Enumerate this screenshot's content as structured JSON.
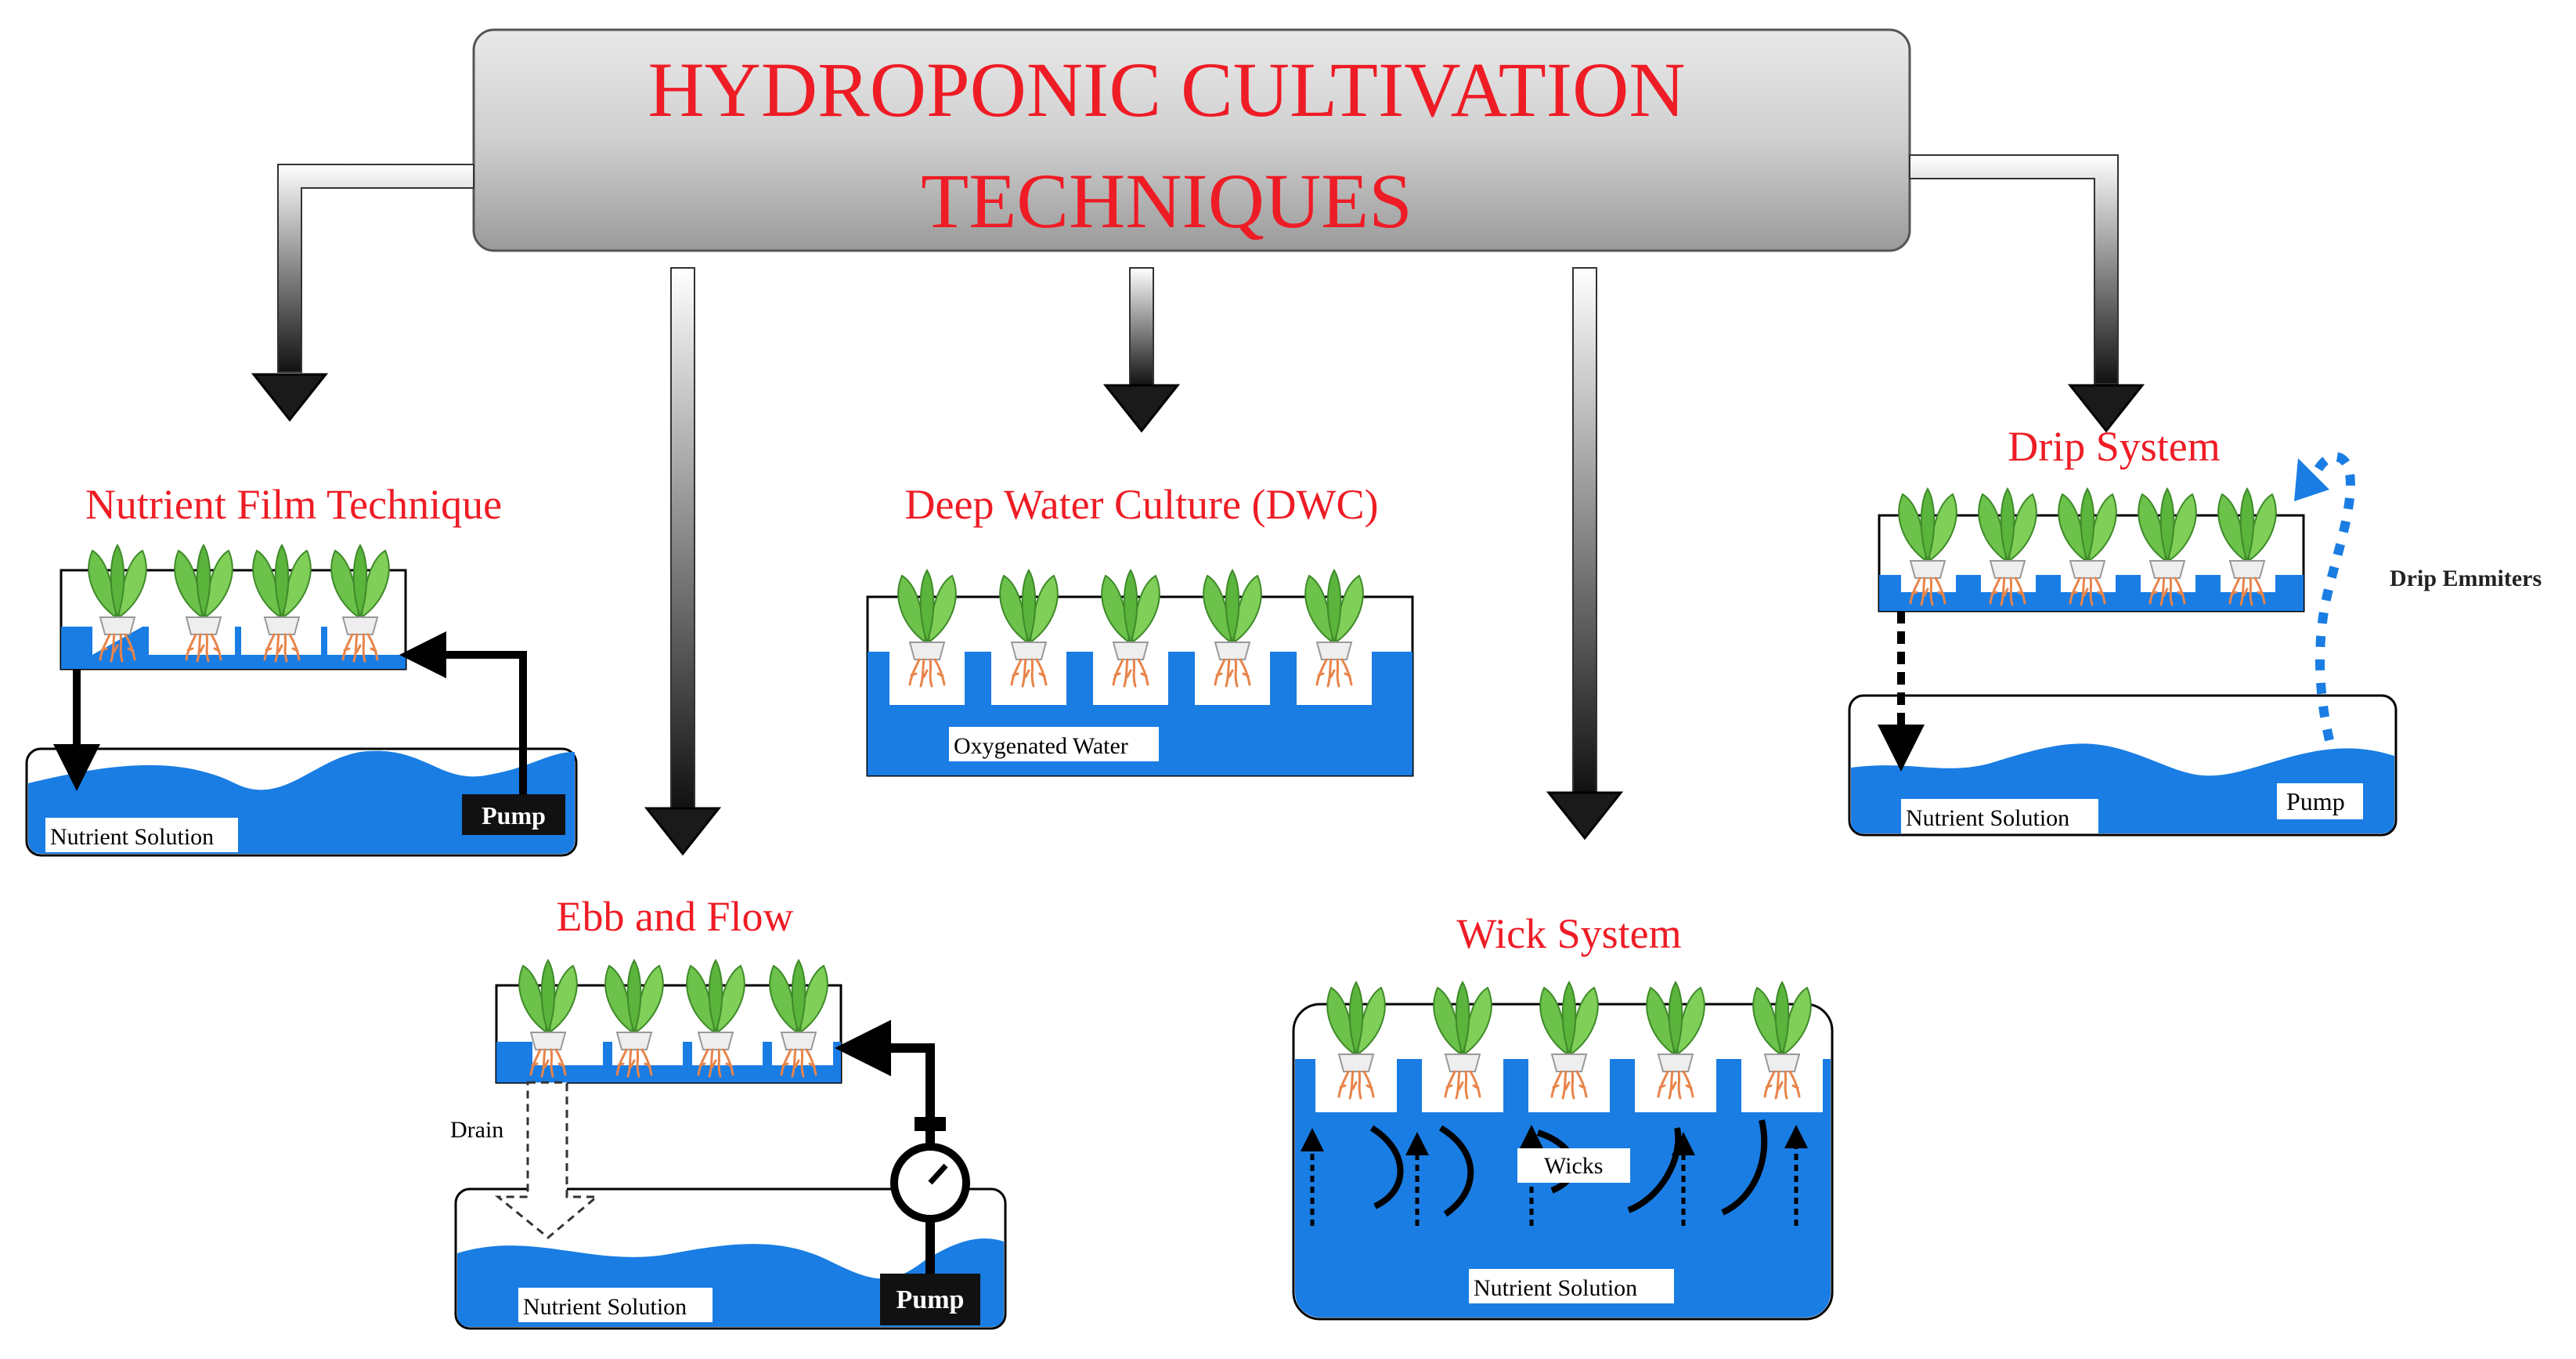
{
  "title": {
    "line1": "HYDROPONIC CULTIVATION",
    "line2": "TECHNIQUES"
  },
  "colors": {
    "title_red": "#ee1c25",
    "water_blue": "#1a7de3",
    "title_box_gray": "#c8c8c8",
    "drip_blue": "#1a7de3",
    "leaf_green": "#6cc24a",
    "root_orange": "#e8844a"
  },
  "techniques": {
    "nft": {
      "title": "Nutrient Film Technique",
      "solution_label": "Nutrient Solution",
      "pump_label": "Pump",
      "plant_count": 4
    },
    "ebb_flow": {
      "title": "Ebb and Flow",
      "drain_label": "Drain",
      "solution_label": "Nutrient Solution",
      "pump_label": "Pump",
      "plant_count": 4
    },
    "dwc": {
      "title": "Deep Water  Culture (DWC)",
      "water_label": "Oxygenated Water",
      "plant_count": 5
    },
    "wick": {
      "title": "Wick System",
      "wicks_label": "Wicks",
      "solution_label": "Nutrient Solution",
      "plant_count": 5
    },
    "drip": {
      "title": "Drip System",
      "emitters_label": "Drip Emmiters",
      "solution_label": "Nutrient Solution",
      "pump_label": "Pump",
      "plant_count": 5
    }
  }
}
